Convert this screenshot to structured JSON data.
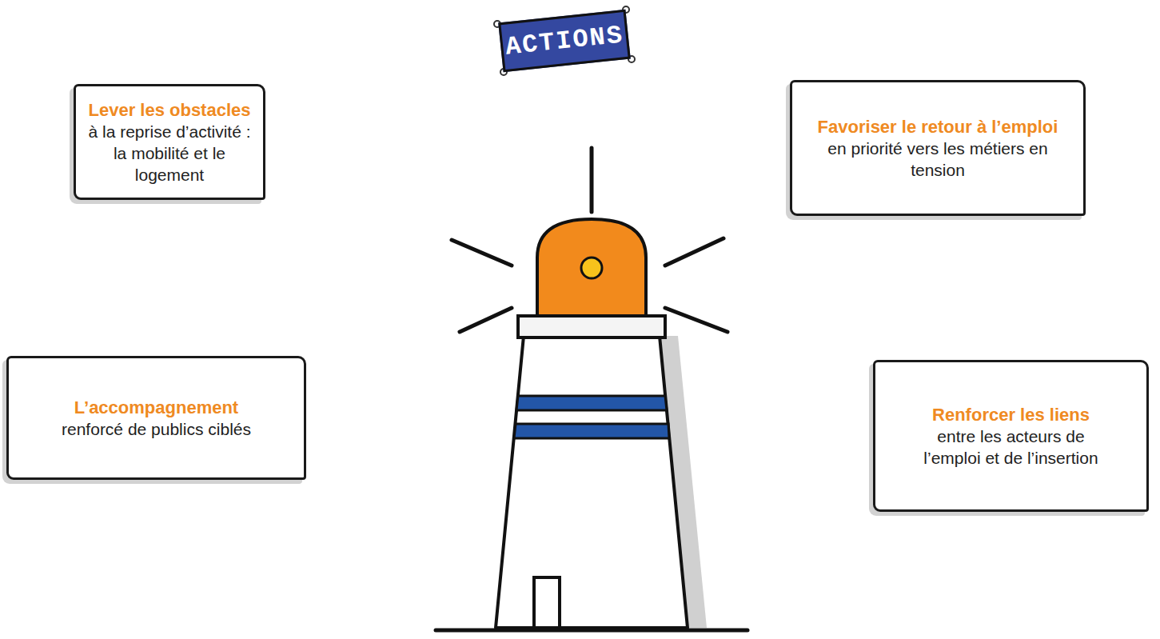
{
  "diagram": {
    "nodes": [
      {
        "text": [
          "ACTIONS"
        ]
      },
      {
        "text": [
          "Lever les obstacles",
          "à la reprise d’activité : la mobilité et le logement"
        ]
      },
      {
        "text": [
          "Favoriser le retour à l’emploi",
          "en priorité vers les métiers en tension"
        ]
      },
      {
        "text": [
          "L’accompagnement",
          "renforcé de publics ciblés"
        ]
      },
      {
        "text": [
          "Renforcer les liens",
          "entre les acteurs de l’emploi et de l’insertion"
        ]
      }
    ]
  }
}
